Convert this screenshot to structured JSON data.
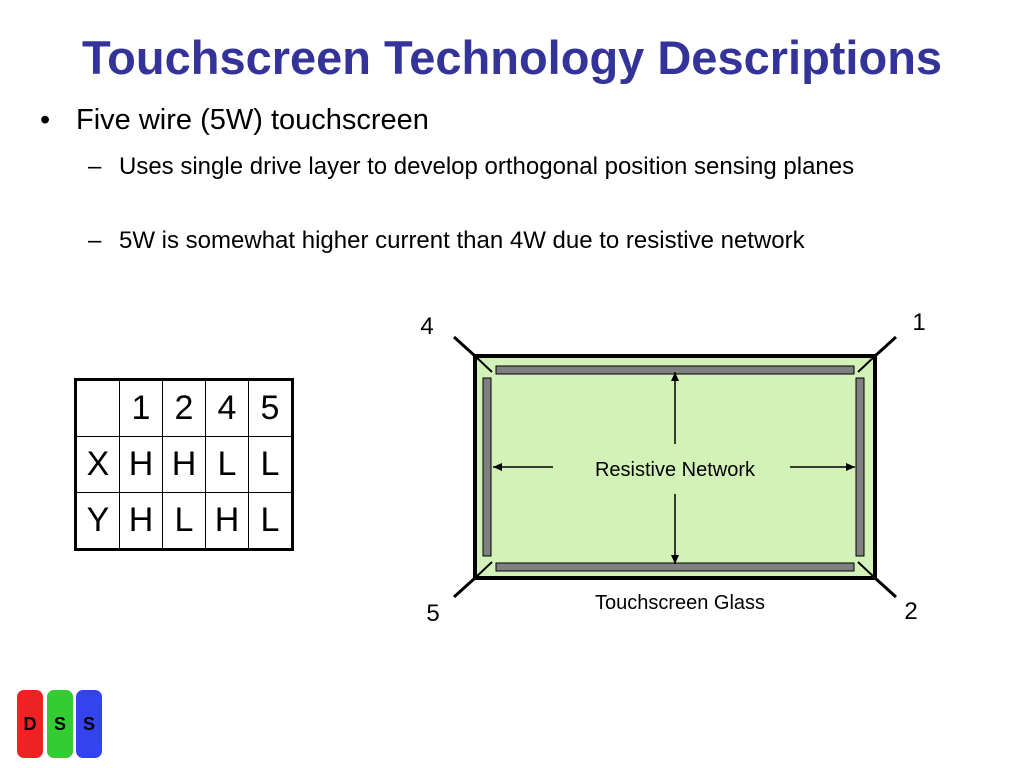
{
  "title": "Touchscreen Technology Descriptions",
  "bullets": {
    "main_mark": "•",
    "main": "Five wire (5W) touchscreen",
    "sub_mark": "–",
    "sub1": "Uses single drive layer to develop orthogonal position sensing planes",
    "sub2": "5W is somewhat higher current than 4W due to resistive network"
  },
  "truth_table": {
    "header": [
      "",
      "1",
      "2",
      "4",
      "5"
    ],
    "rows": [
      [
        "X",
        "H",
        "H",
        "L",
        "L"
      ],
      [
        "Y",
        "H",
        "L",
        "H",
        "L"
      ]
    ]
  },
  "diagram": {
    "corner_labels": {
      "top_left": "4",
      "top_right": "1",
      "bottom_left": "5",
      "bottom_right": "2"
    },
    "center_label": "Resistive Network",
    "bottom_label": "Touchscreen Glass",
    "glass_color": "#d3f2b8",
    "bar_color": "#808080"
  },
  "logo": {
    "letters": [
      "D",
      "S",
      "S"
    ],
    "colors": [
      "#ee2222",
      "#33cc33",
      "#3344ee"
    ]
  }
}
